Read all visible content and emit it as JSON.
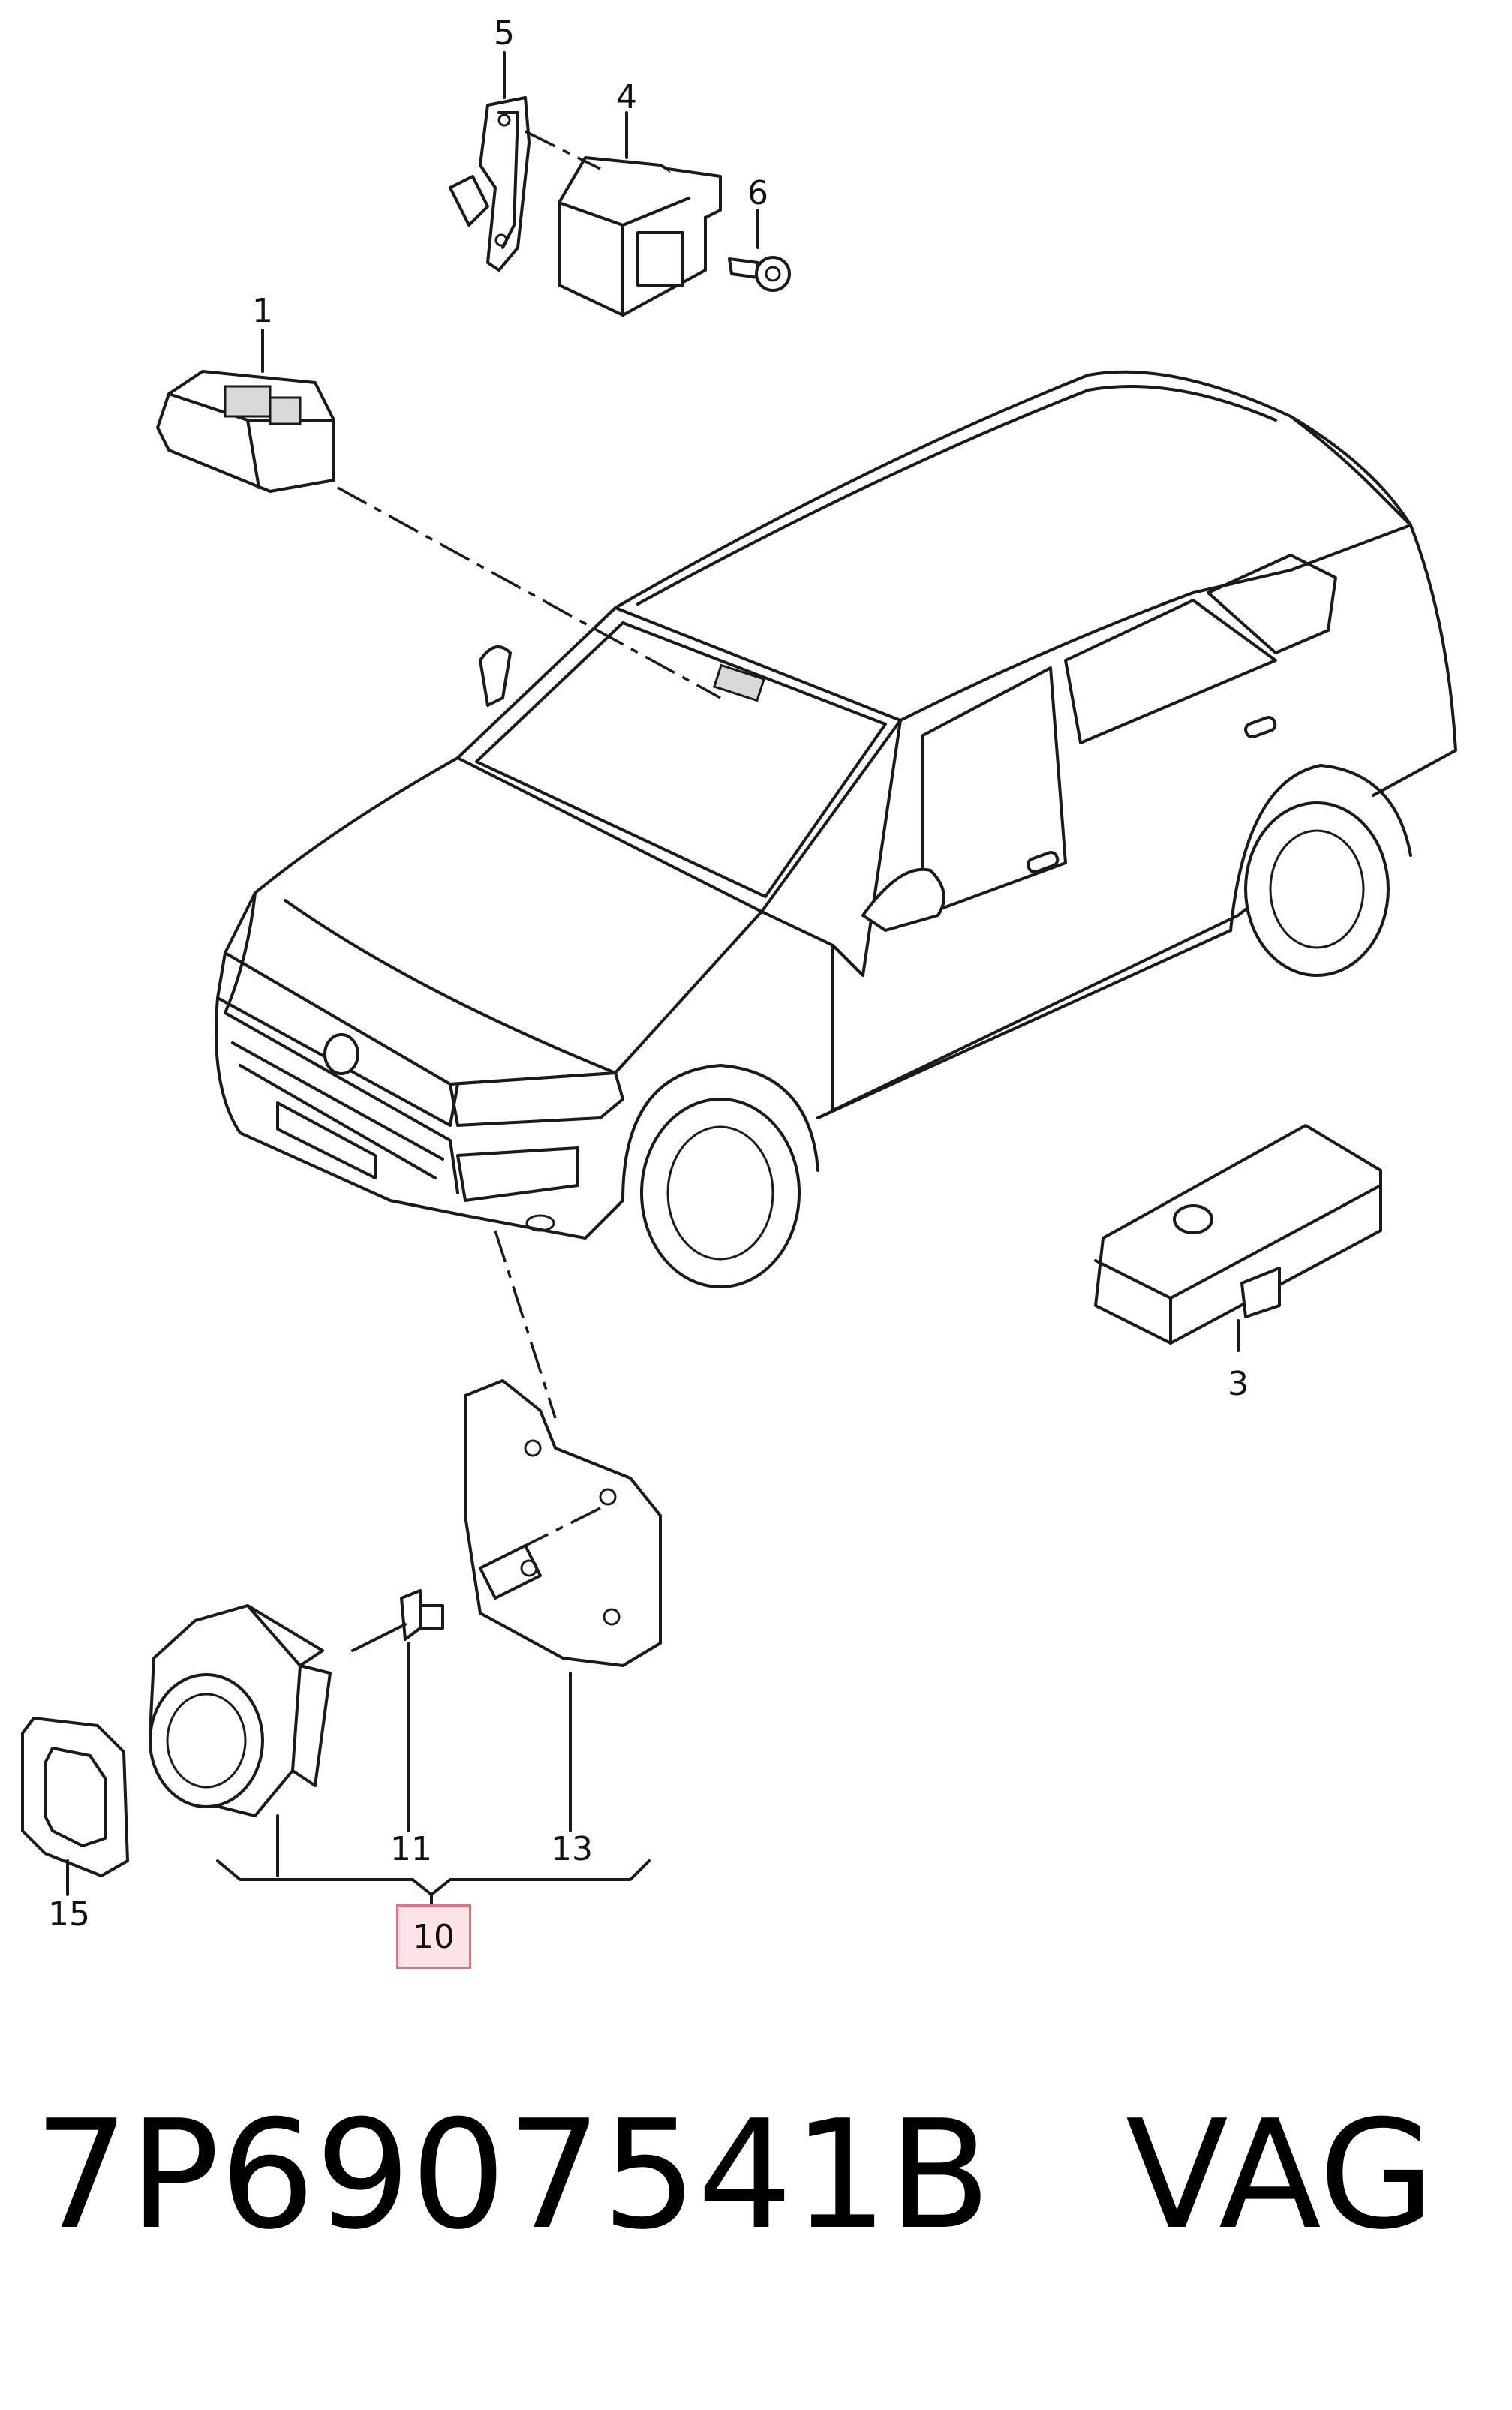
{
  "callouts": [
    {
      "id": "1",
      "label": "1"
    },
    {
      "id": "3",
      "label": "3"
    },
    {
      "id": "4",
      "label": "4"
    },
    {
      "id": "5",
      "label": "5"
    },
    {
      "id": "6",
      "label": "6"
    },
    {
      "id": "10",
      "label": "10",
      "highlighted": true
    },
    {
      "id": "11",
      "label": "11"
    },
    {
      "id": "13",
      "label": "13"
    },
    {
      "id": "15",
      "label": "15"
    }
  ],
  "footer": {
    "part_number": "7P6907541B",
    "brand": "VAG"
  },
  "colors": {
    "line": "#1a1a1a",
    "highlight_fill": "#fbe3e6",
    "highlight_border": "#e0727f",
    "background": "#ffffff"
  }
}
